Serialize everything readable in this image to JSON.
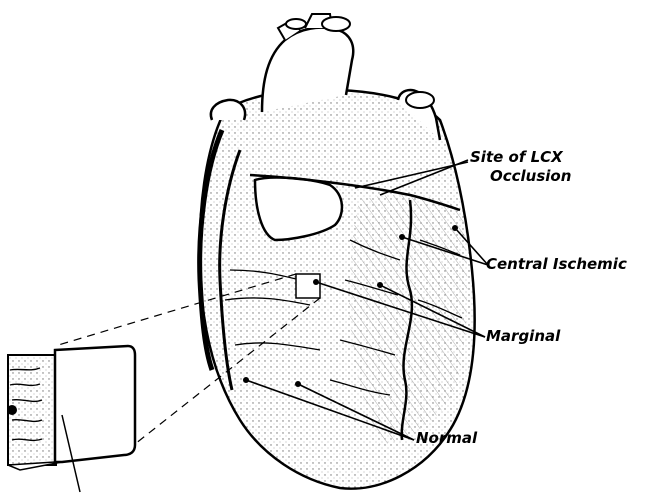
{
  "labels": {
    "site_of_occlusion_line1": "Site of LCX",
    "site_of_occlusion_line2": "Occlusion",
    "central_ischemic": "Central Ischemic",
    "marginal": "Marginal",
    "normal": "Normal"
  },
  "colors": {
    "ink": "#000000",
    "paper": "#ffffff",
    "shading": "#8a8a8a"
  }
}
